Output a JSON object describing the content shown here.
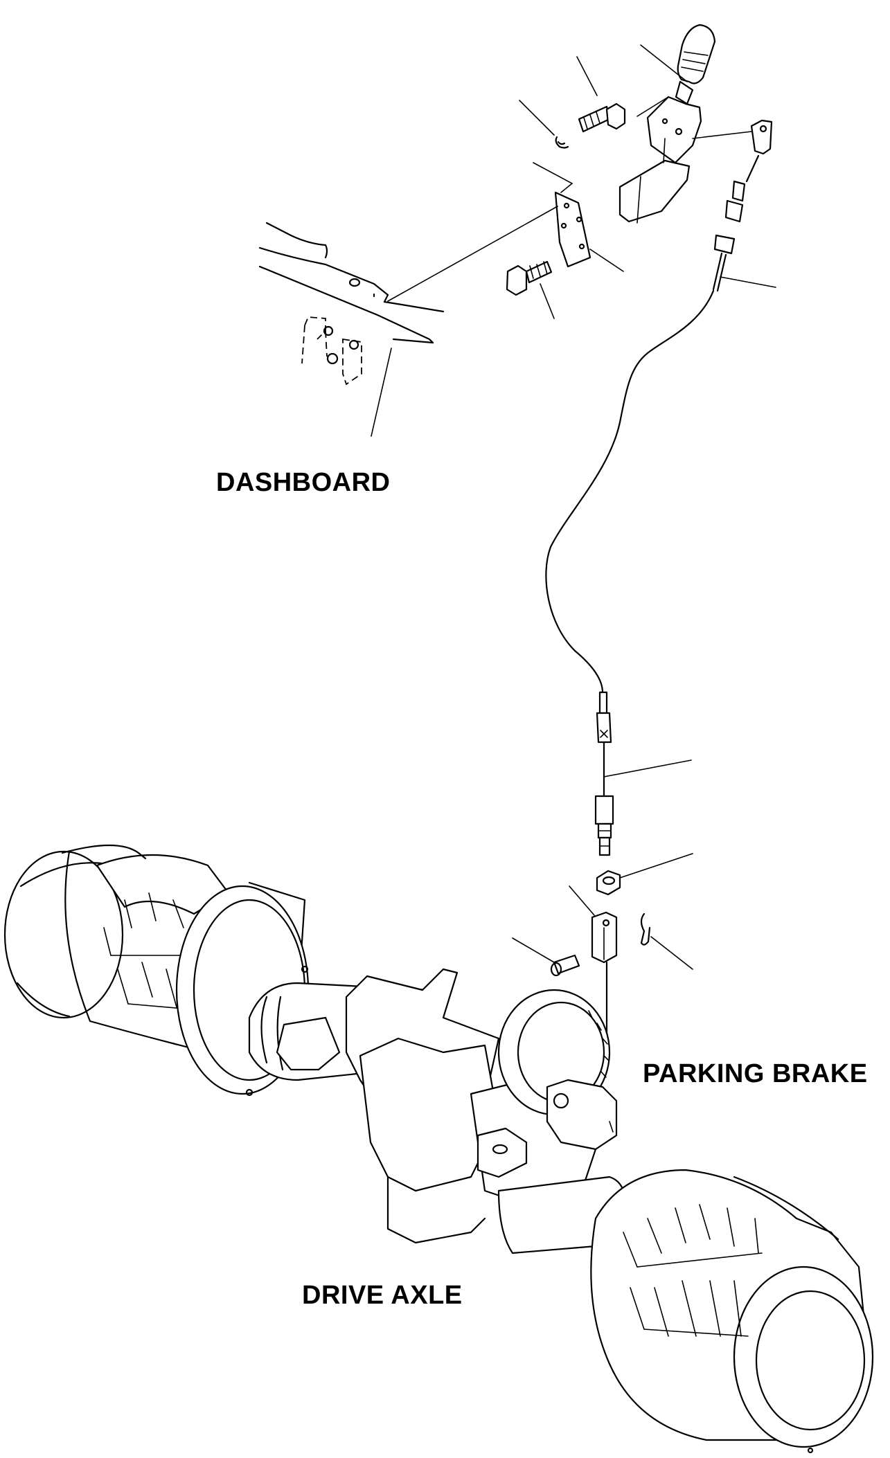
{
  "labels": {
    "dashboard": "DASHBOARD",
    "parking_brake": "PARKING BRAKE",
    "drive_axle": "DRIVE AXLE"
  }
}
